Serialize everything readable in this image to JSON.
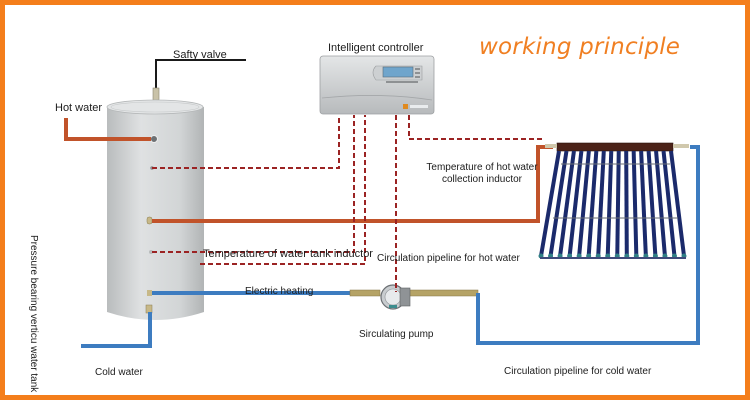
{
  "title": "working principle",
  "colors": {
    "border": "#f47e1b",
    "title": "#f07f22",
    "hot_pipe": "#c1532a",
    "cold_pipe": "#3d7cc0",
    "signal_line": "#9b2323",
    "tank": "#d4d7d8",
    "collector_tubes": "#1b2a6b"
  },
  "labels": {
    "safety_valve": "Safty  valve",
    "hot_water": "Hot  water",
    "controller": "Intelligent controller",
    "tank": "Pressure bearing verticu water tank",
    "hot_water_collection_inductor_line1": "Temperature of hot water",
    "hot_water_collection_inductor_line2": "collection inductor",
    "water_tank_inductor": "Temperature of water tank inductor",
    "hot_pipeline": "Circulation pipeline for hot water",
    "electric_heating": "Electric  heating",
    "pump": "Sirculating  pump",
    "cold_water": "Cold  water",
    "cold_pipeline": "Circulation pipeline for cold water"
  },
  "components": {
    "collector_tube_count": 16
  }
}
